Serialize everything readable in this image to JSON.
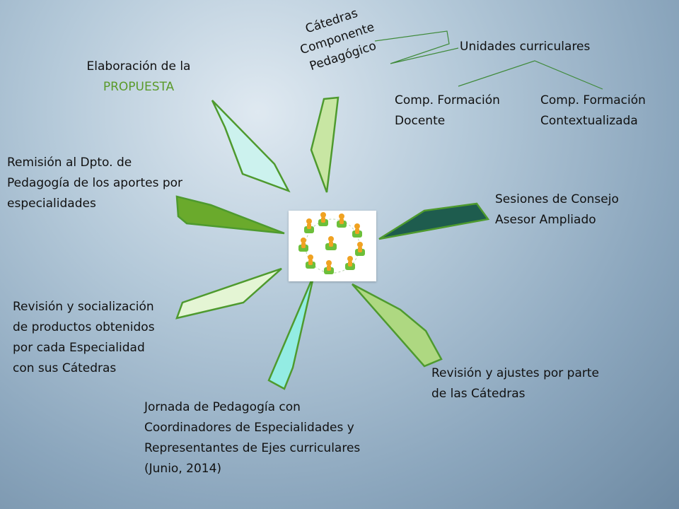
{
  "nodes": {
    "catedras": {
      "lines": [
        "Cátedras",
        "Componente",
        "Pedagógico"
      ]
    },
    "unidades": {
      "label": "Unidades curriculares"
    },
    "formacion_docente": {
      "lines": [
        "Comp. Formación",
        "Docente"
      ]
    },
    "formacion_contextualizada": {
      "lines": [
        "Comp. Formación",
        "Contextualizada"
      ]
    },
    "elaboracion": {
      "line1": "Elaboración de la",
      "line2": "PROPUESTA"
    },
    "remision": {
      "lines": [
        "Remisión al Dpto. de",
        "Pedagogía de los aportes por",
        "especialidades"
      ]
    },
    "sesiones": {
      "lines": [
        "Sesiones de Consejo",
        "Asesor Ampliado"
      ]
    },
    "revision_socializacion": {
      "lines": [
        "Revisión y socialización",
        "de productos obtenidos",
        "por cada Especialidad",
        "con sus Cátedras"
      ]
    },
    "jornada": {
      "lines": [
        "Jornada de Pedagogía con",
        "Coordinadores de Especialidades y",
        "Representantes de Ejes curriculares",
        "(Junio, 2014)"
      ]
    },
    "revision_ajustes": {
      "lines": [
        "Revisión y ajustes  por parte",
        "de las Cátedras"
      ]
    }
  },
  "hub": {
    "icon": "teamwork-puzzle-icon"
  },
  "colors": {
    "accent_text": "#5a9a2a",
    "connector_line": "#3f8a3a",
    "ray_light_mint": "#ccf2ee",
    "ray_light_green": "#c8e6a3",
    "ray_dark_teal": "#1e5c4e",
    "ray_green": "#6aaa2c",
    "ray_pale_green": "#e4f5d4",
    "ray_aqua": "#93ece3",
    "ray_mid_green": "#aed881"
  }
}
